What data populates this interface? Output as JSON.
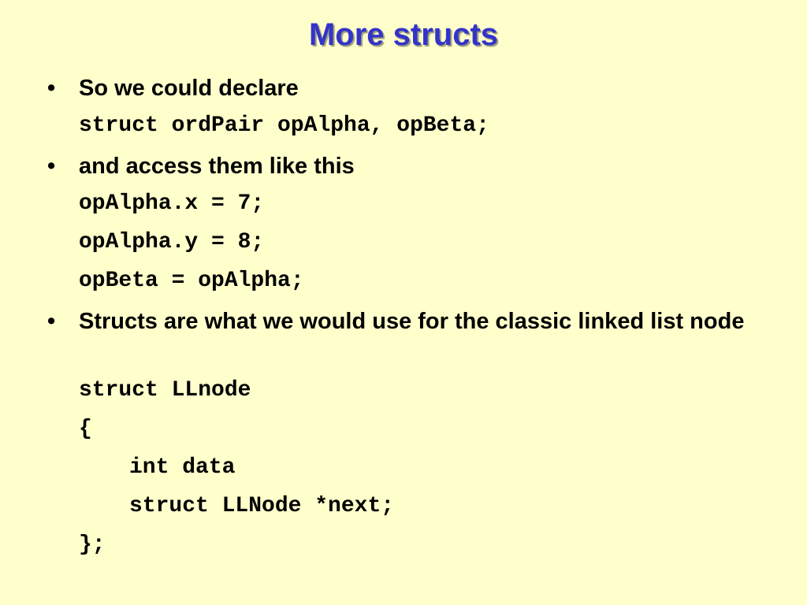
{
  "slide": {
    "title": "More structs",
    "bullet_glyph": "•",
    "bullets": [
      {
        "text": "So we could declare"
      },
      {
        "text": "and access them like this"
      },
      {
        "text": "Structs are what we would use for the classic linked list node"
      }
    ],
    "code": [
      "struct ordPair opAlpha, opBeta;",
      "opAlpha.x = 7;",
      "opAlpha.y = 8;",
      "opBeta = opAlpha;",
      "struct LLnode",
      "{",
      "int data",
      "struct LLNode *next;",
      "};"
    ]
  }
}
